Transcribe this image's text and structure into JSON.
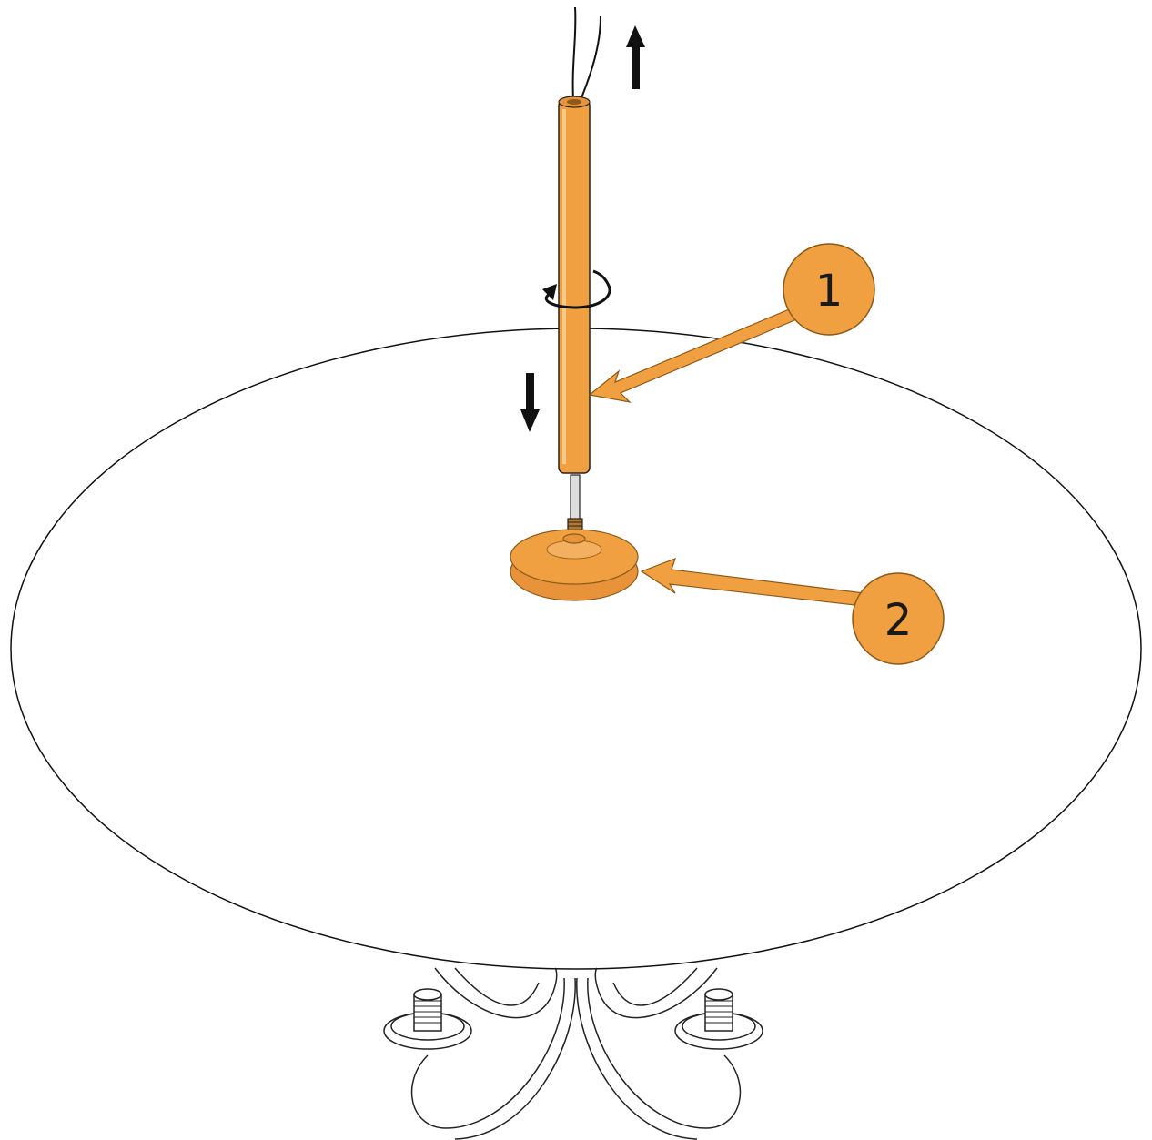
{
  "diagram": {
    "accent_color": "#F0A040",
    "line_color": "#111111",
    "callouts": [
      {
        "label": "1",
        "target": "rod"
      },
      {
        "label": "2",
        "target": "canopy-base"
      }
    ],
    "icons": {
      "up_arrow": "arrow-up-icon",
      "down_arrow": "arrow-down-icon",
      "rotate": "rotate-icon"
    }
  }
}
